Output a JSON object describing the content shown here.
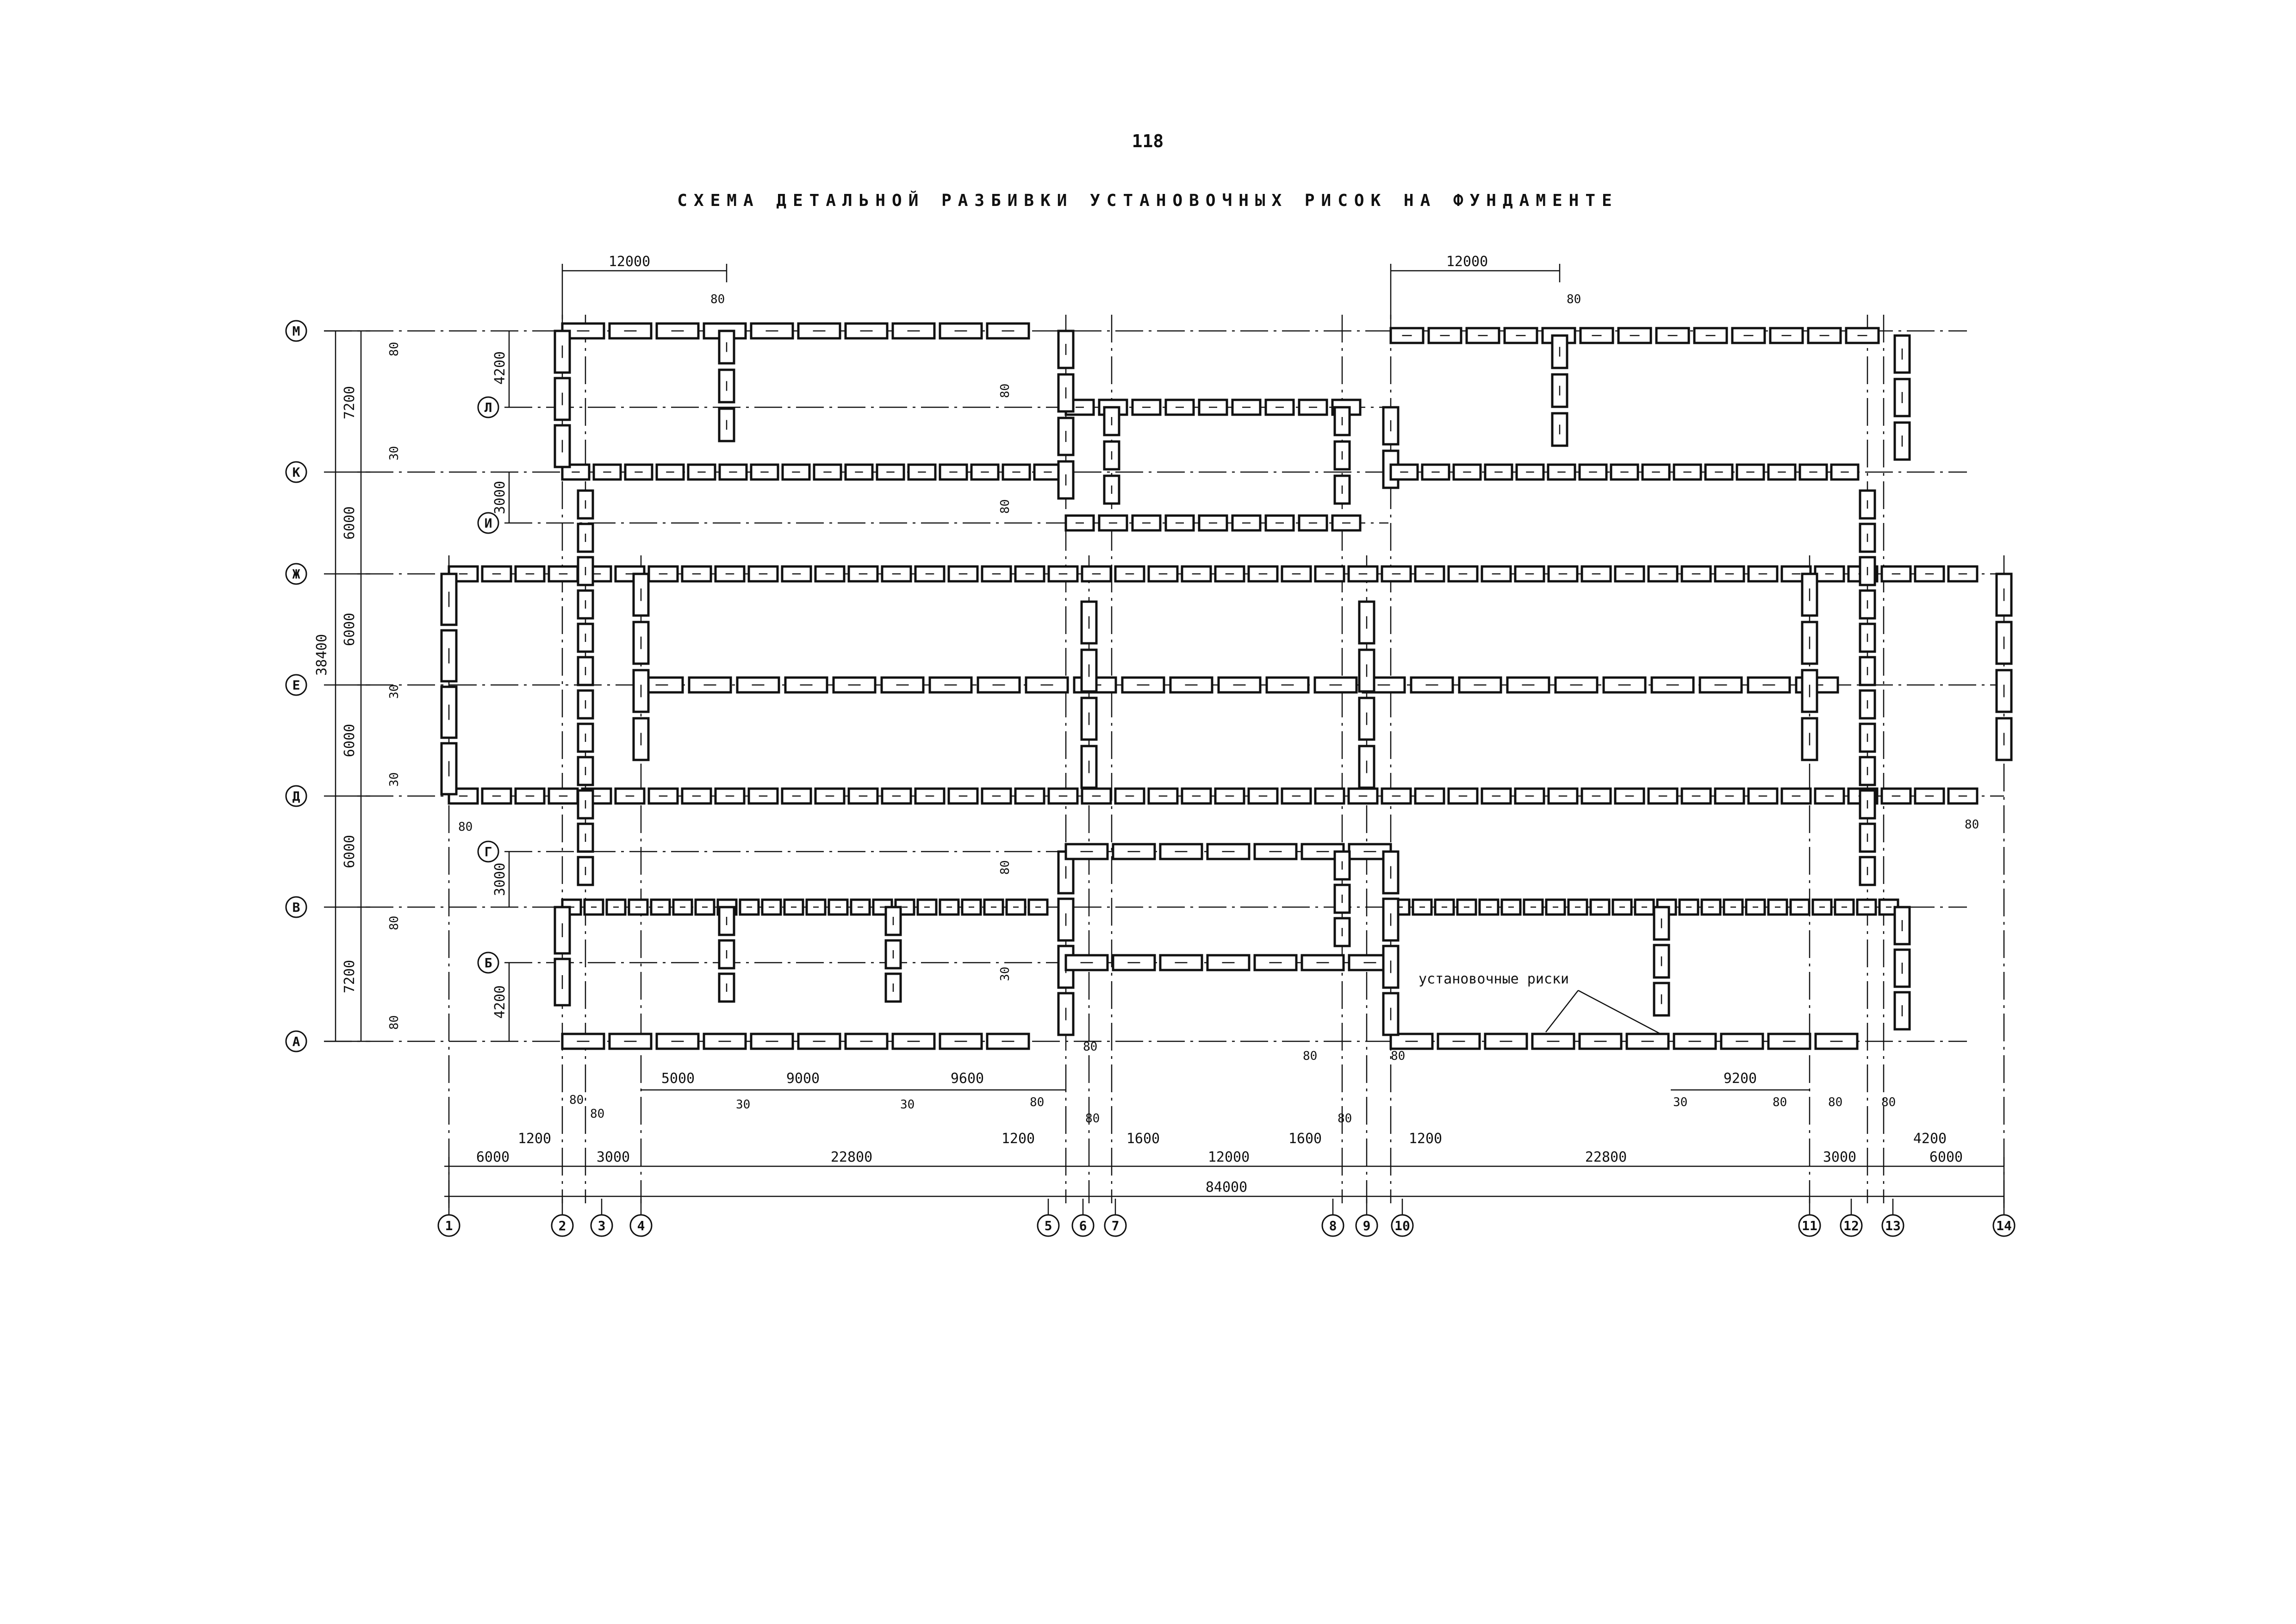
{
  "page_number": "118",
  "title": "СХЕМА ДЕТАЛЬНОЙ РАЗБИВКИ УСТАНОВОЧНЫХ РИСОК НА ФУНДАМЕНТЕ",
  "note": "установочные риски",
  "axes": {
    "columns": [
      "1",
      "2",
      "3",
      "4",
      "5",
      "6",
      "7",
      "8",
      "9",
      "10",
      "11",
      "12",
      "13",
      "14"
    ],
    "rows": [
      "М",
      "Л",
      "К",
      "И",
      "Ж",
      "Е",
      "Д",
      "Г",
      "В",
      "Б",
      "А"
    ]
  },
  "dimensions": {
    "top_left_span": "12000",
    "top_right_span": "12000",
    "total_height": "38400",
    "height_segments": [
      "7200",
      "6000",
      "6000",
      "6000",
      "6000",
      "7200"
    ],
    "inner_left": [
      "4200",
      "3000",
      "3000",
      "4200"
    ],
    "offsets": "80",
    "offset_30": "30",
    "bottom_row1": [
      "5000",
      "9000",
      "9600",
      "9200"
    ],
    "bottom_row2": [
      "6000",
      "1200",
      "3000",
      "22800",
      "1200",
      "1600",
      "12000",
      "1600",
      "1200",
      "22800",
      "3000",
      "4200",
      "6000"
    ],
    "overall": "84000"
  }
}
